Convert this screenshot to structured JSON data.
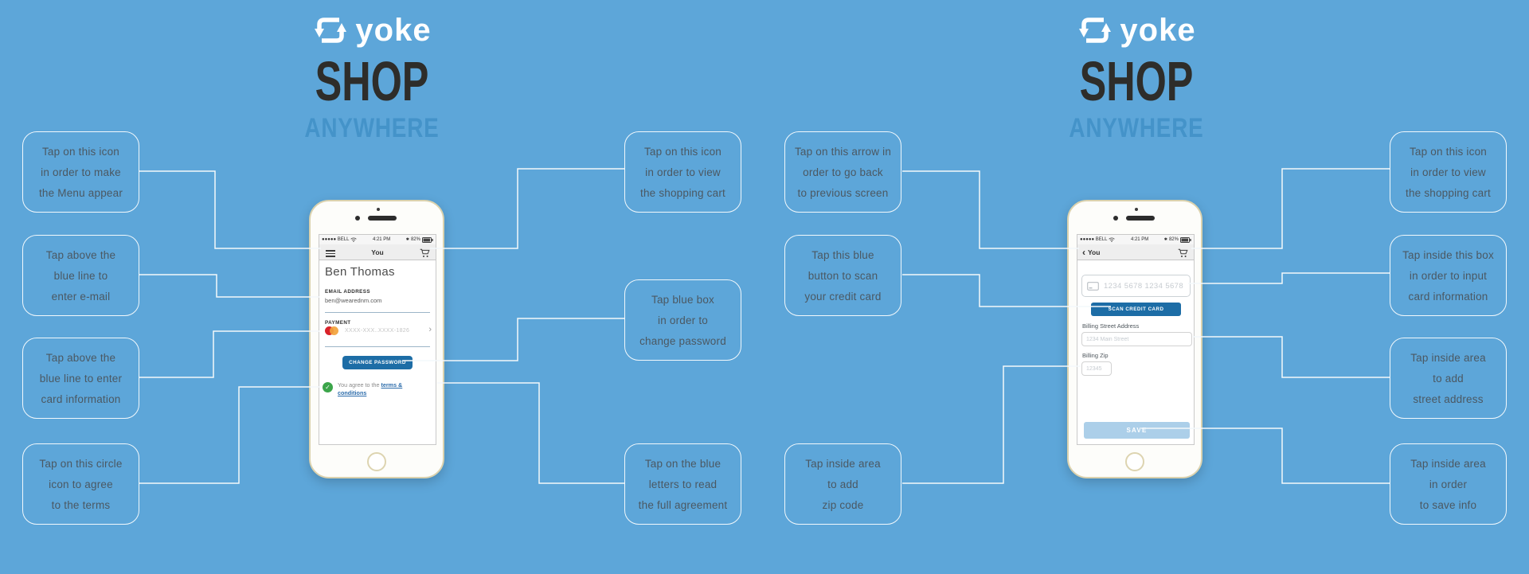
{
  "logo": {
    "brand": "yoke",
    "shop": "SHOP",
    "anywhere": "ANYWHERE"
  },
  "colors": {
    "background": "#5da6d9",
    "accent_button_blue": "#1d6da6",
    "save_button_blue": "#accfe9",
    "link_blue": "#2c6cab",
    "check_green": "#3ba54a",
    "shop_text": "#2e2d2a",
    "anywhere_text": "#4493c9",
    "note_text": "#4b5862"
  },
  "icons": {
    "back_chevron": "‹",
    "chevron_right": "›",
    "check": "✓",
    "bluetooth": "✱"
  },
  "annotations": {
    "left_phone_left": [
      {
        "lines": [
          "Tap on this icon",
          "in order to make",
          "the Menu appear"
        ]
      },
      {
        "lines": [
          "Tap above the",
          "blue line to",
          "enter e-mail"
        ]
      },
      {
        "lines": [
          "Tap above the",
          "blue line to enter",
          "card information"
        ]
      },
      {
        "lines": [
          "Tap on this circle",
          "icon to agree",
          "to the terms"
        ]
      }
    ],
    "left_phone_right": [
      {
        "lines": [
          "Tap on this icon",
          "in order to view",
          "the shopping cart"
        ]
      },
      {
        "lines": [
          "Tap blue box",
          "in order to",
          "change password"
        ]
      },
      {
        "lines": [
          "Tap on the blue",
          "letters to read",
          "the full agreement"
        ]
      }
    ],
    "right_phone_left": [
      {
        "lines": [
          "Tap on this arrow in",
          "order to go back",
          "to previous screen"
        ]
      },
      {
        "lines": [
          "Tap this blue",
          "button to scan",
          "your credit card"
        ]
      },
      {
        "lines": [
          "Tap inside area",
          "to add",
          "zip code"
        ]
      }
    ],
    "right_phone_right": [
      {
        "lines": [
          "Tap on this icon",
          "in order to view",
          "the shopping cart"
        ]
      },
      {
        "lines": [
          "Tap inside this box",
          "in order to input",
          "card information"
        ]
      },
      {
        "lines": [
          "Tap inside area",
          "to add",
          "street address"
        ]
      },
      {
        "lines": [
          "Tap inside area",
          "in order",
          "to save info"
        ]
      }
    ]
  },
  "phone_left": {
    "status": {
      "carrier": "●●●●● BELL",
      "time": "4:21 PM",
      "battery": "82%"
    },
    "nav_title": "You",
    "profile_name": "Ben Thomas",
    "email_label": "EMAIL ADDRESS",
    "email_value": "ben@wearednm.com",
    "payment_label": "PAYMENT",
    "payment_masked": "XXXX-XXX..XXXX-1826",
    "change_password_button": "CHANGE PASSWORD",
    "terms_prefix": "You agree to the ",
    "terms_link": "terms & conditions"
  },
  "phone_right": {
    "status": {
      "carrier": "●●●●● BELL",
      "time": "4:21 PM",
      "battery": "82%"
    },
    "nav_back_label": "You",
    "card_number_placeholder": "1234 5678 1234 5678",
    "scan_button": "SCAN CREDIT CARD",
    "street_label": "Billing Street Address",
    "street_placeholder": "1234 Main Street",
    "zip_label": "Billing Zip",
    "zip_placeholder": "12345",
    "save_button": "SAVE"
  }
}
